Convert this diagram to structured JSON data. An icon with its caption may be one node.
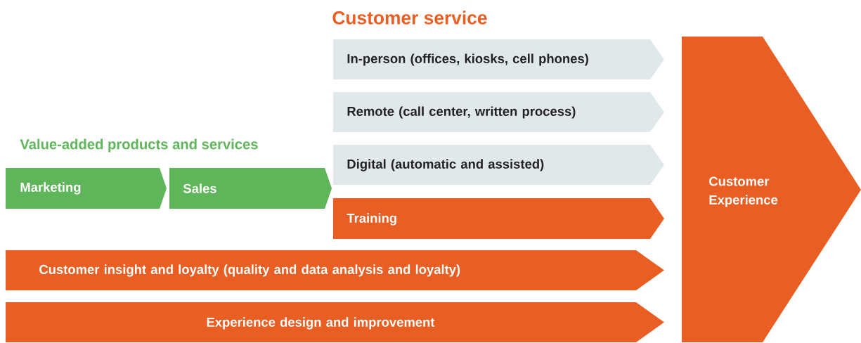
{
  "diagram": {
    "nodes": [
      {
        "text": [
          "Marketing"
        ]
      },
      {
        "text": [
          "Sales"
        ]
      },
      {
        "text": [
          "In-person (offices, kiosks, cell phones)"
        ]
      },
      {
        "text": [
          "Remote (call center, written process)"
        ]
      },
      {
        "text": [
          "Digital (automatic and assisted)"
        ]
      },
      {
        "text": [
          "Training"
        ]
      },
      {
        "text": [
          "Customer insight and loyalty (quality and data analysis and loyalty)"
        ]
      },
      {
        "text": [
          "Experience design and improvement"
        ]
      },
      {
        "text": [
          "Customer Experience"
        ]
      }
    ],
    "labels": [
      "Customer service",
      "Value-added products and services"
    ]
  }
}
